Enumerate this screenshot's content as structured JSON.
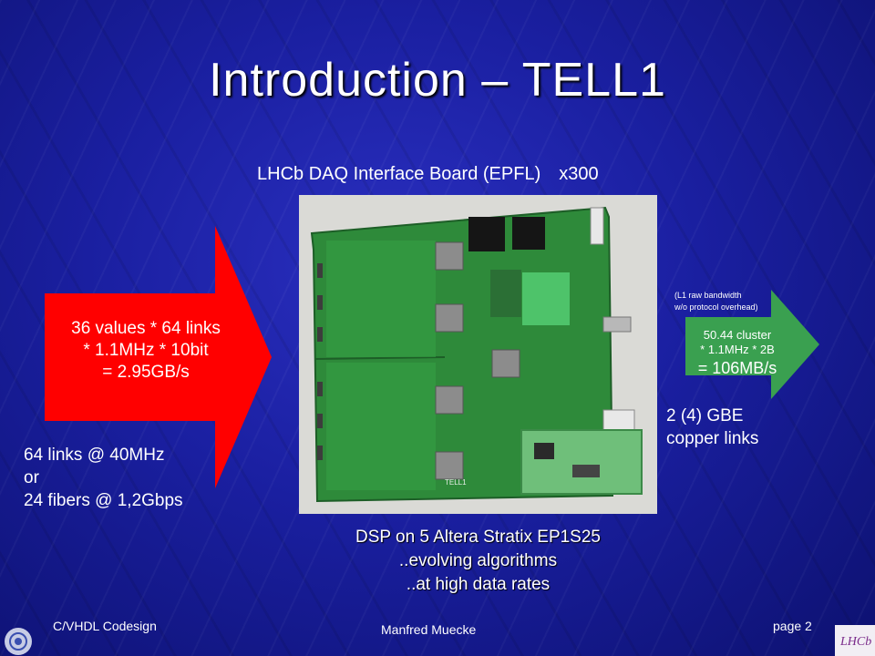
{
  "slide": {
    "title": "Introduction – TELL1",
    "subtitle": "LHCb DAQ Interface Board (EPFL)",
    "subtitle_count": "x300",
    "input_arrow": {
      "line1": "36 values * 64 links",
      "line2": "* 1.1MHz * 10bit",
      "line3": "= 2.95GB/s",
      "color": "#ff0000"
    },
    "input_links": {
      "line1": "64 links @ 40MHz",
      "line2": "or",
      "line3": "24 fibers @ 1,2Gbps"
    },
    "output_arrow": {
      "note1": "(L1 raw bandwidth",
      "note2": "w/o protocol overhead)",
      "line1": "50.44 cluster",
      "line2": "* 1.1MHz * 2B",
      "line3": "= 106MB/s",
      "color": "#3aa050"
    },
    "output_links": {
      "line1": "2 (4) GBE",
      "line2": "copper links"
    },
    "dsp": {
      "line1": "DSP on 5 Altera Stratix EP1S25",
      "line2": "..evolving algorithms",
      "line3": "..at high data rates"
    },
    "board_label": "TELL1"
  },
  "footer": {
    "left": "C/VHDL Codesign",
    "middle": "Manfred Muecke",
    "right": "page 2"
  },
  "logos": {
    "left": "cern-logo",
    "right": "lhcb-logo",
    "right_text": "LHCb"
  },
  "colors": {
    "background": "#1a1fa0",
    "board_green": "#2e8a3a"
  }
}
